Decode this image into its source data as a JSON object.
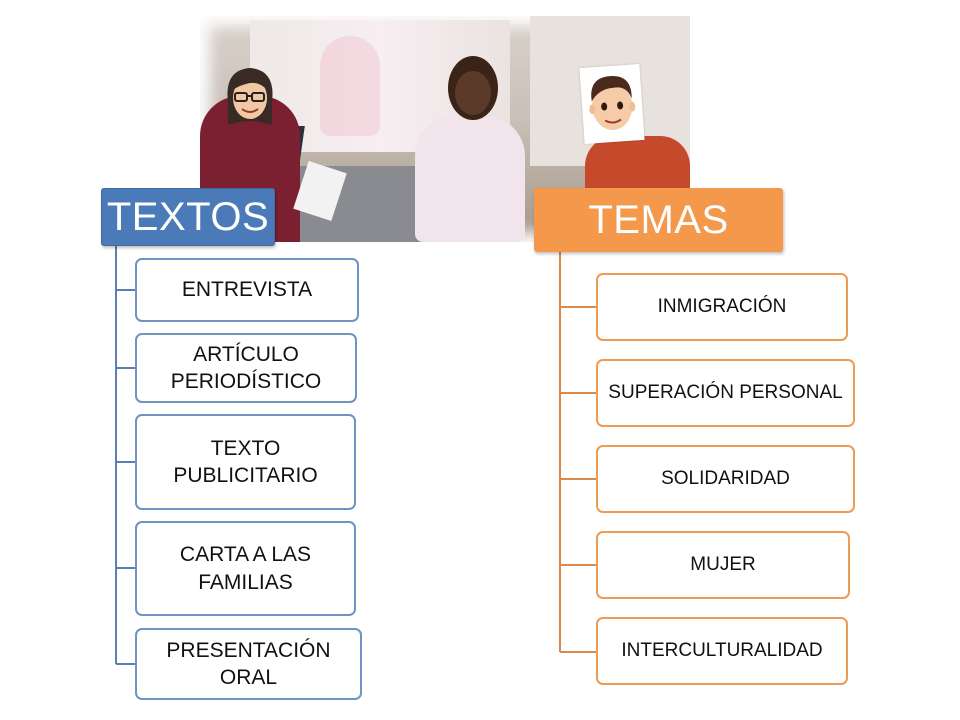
{
  "textos": {
    "title": "TEXTOS",
    "items": [
      {
        "label": "ENTREVISTA"
      },
      {
        "label": "ARTÍCULO\nPERIODÍSTICO"
      },
      {
        "label": "TEXTO\nPUBLICITARIO"
      },
      {
        "label": "CARTA A LAS\nFAMILIAS"
      },
      {
        "label": "PRESENTACIÓN\nORAL"
      }
    ]
  },
  "temas": {
    "title": "TEMAS",
    "items": [
      {
        "label": "INMIGRACIÓN"
      },
      {
        "label": "SUPERACIÓN PERSONAL"
      },
      {
        "label": "SOLIDARIDAD"
      },
      {
        "label": "MUJER"
      },
      {
        "label": "INTERCULTURALIDAD"
      }
    ]
  },
  "colors": {
    "textos_accent": "#4a7ab8",
    "temas_accent": "#f4984c"
  }
}
